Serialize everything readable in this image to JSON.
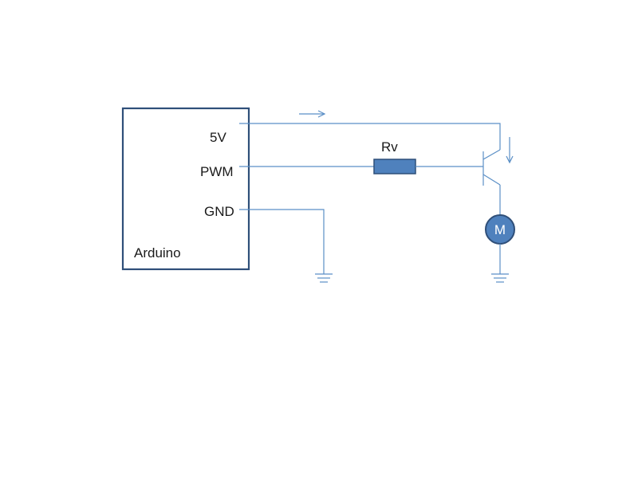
{
  "arduino": {
    "name": "Arduino",
    "pins": {
      "v5": "5V",
      "pwm": "PWM",
      "gnd": "GND"
    }
  },
  "resistor": {
    "label": "Rv"
  },
  "motor": {
    "label": "M"
  },
  "colors": {
    "wire": "#5b8fc6",
    "box_border": "#2f4f79",
    "component_fill": "#4f81bd"
  }
}
